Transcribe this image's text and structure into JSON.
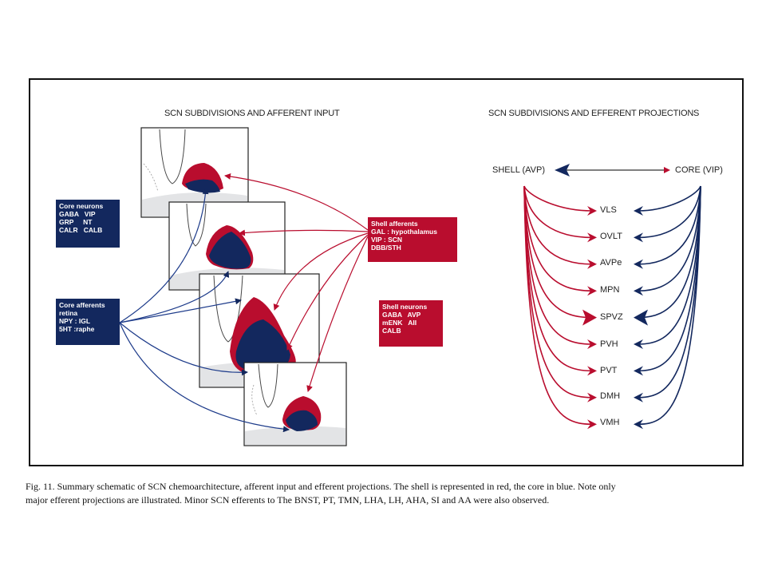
{
  "left_panel": {
    "title": "SCN SUBDIVISIONS AND AFFERENT INPUT",
    "core_neurons": {
      "title": "Core neurons",
      "lines": [
        "GABA   VIP",
        "GRP     NT",
        "CALR   CALB"
      ]
    },
    "core_afferents": {
      "title": "Core afferents",
      "lines": [
        "retina",
        "NPY : IGL",
        "5HT :raphe"
      ]
    },
    "shell_afferents": {
      "title": "Shell afferents",
      "lines": [
        "GAL : hypothalamus",
        "VIP : SCN",
        "DBB/STH"
      ]
    },
    "shell_neurons": {
      "title": "Shell neurons",
      "lines": [
        "GABA   AVP",
        "mENK   AII",
        "CALB"
      ]
    }
  },
  "right_panel": {
    "title": "SCN SUBDIVISIONS AND EFFERENT PROJECTIONS",
    "shell_label": "SHELL (AVP)",
    "core_label": "CORE (VIP)",
    "targets": [
      "VLS",
      "OVLT",
      "AVPe",
      "MPN",
      "SPVZ",
      "PVH",
      "PVT",
      "DMH",
      "VMH"
    ]
  },
  "caption": {
    "line1": "Fig. 11.  Summary schematic of SCN chemoarchitecture, afferent input and efferent projections. The shell is represented in red, the core in blue. Note only",
    "line2": "major efferent projections are illustrated. Minor SCN efferents to The BNST, PT, TMN, LHA, LH, AHA, SI and AA were also observed."
  },
  "colors": {
    "shell": "#b90d2e",
    "core": "#13285e"
  }
}
